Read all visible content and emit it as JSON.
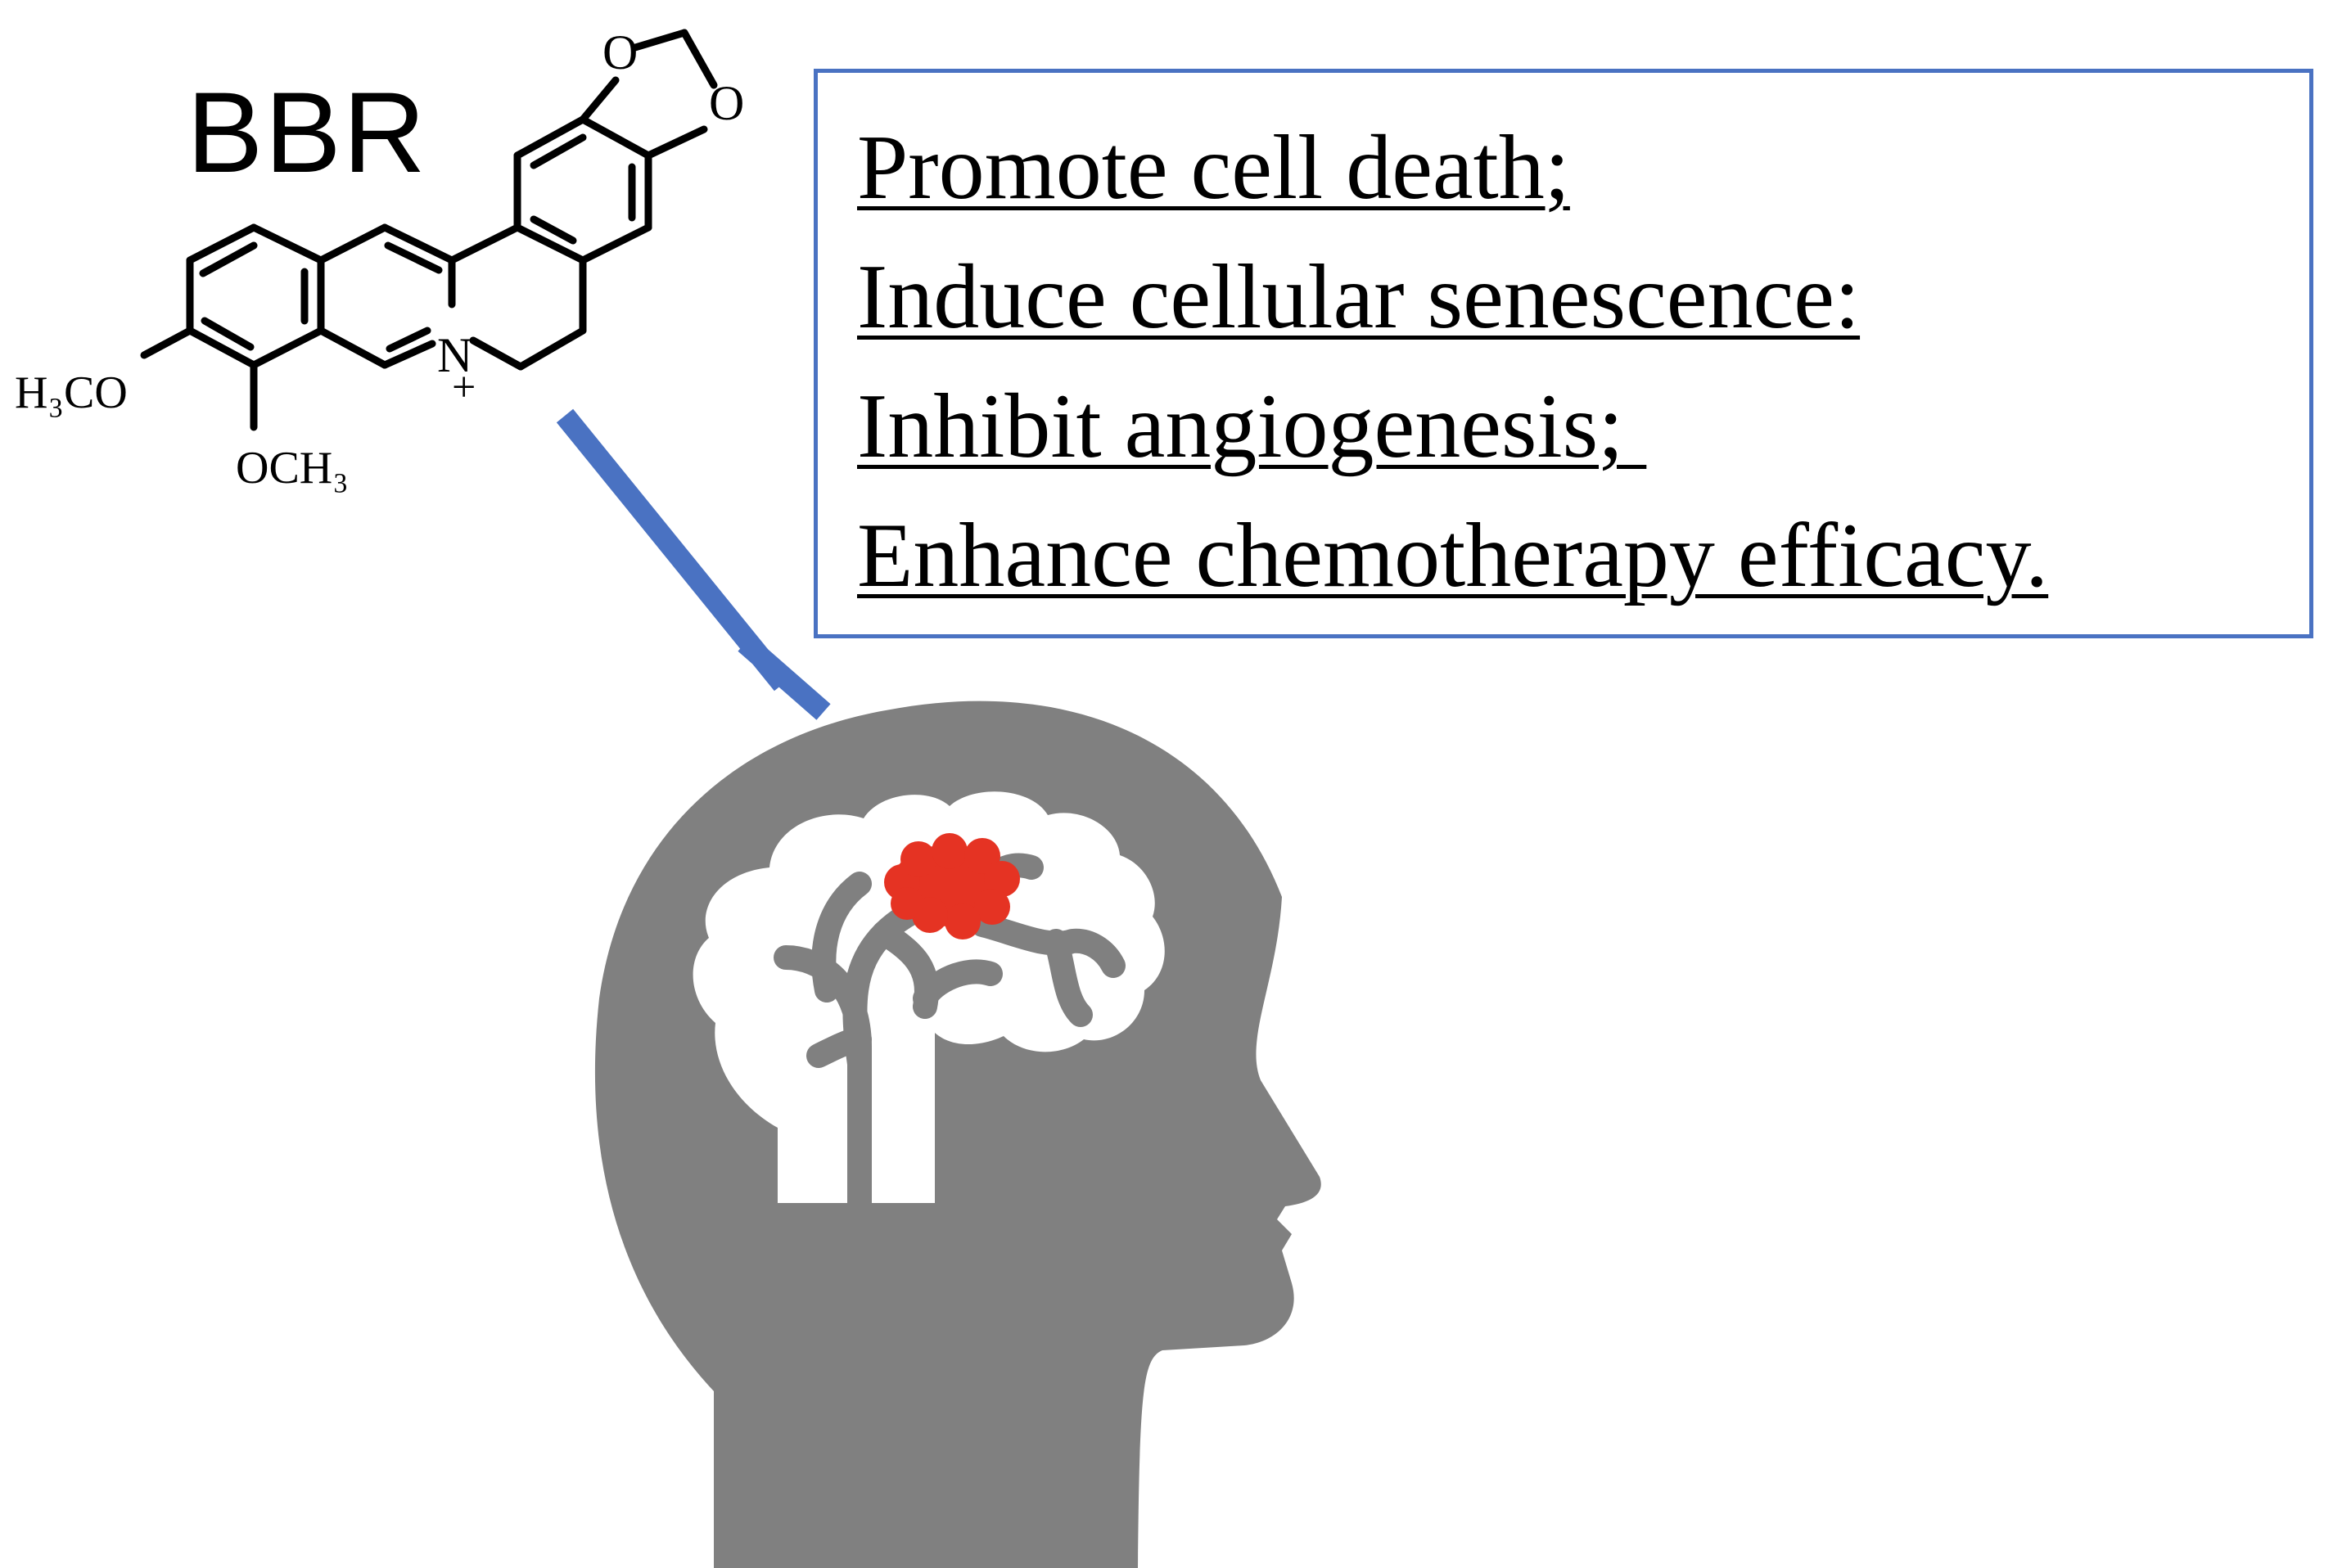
{
  "compound": {
    "name": "BBR",
    "substituents": {
      "methoxy_left": "H₃CO",
      "methoxy_bottom": "OCH₃",
      "nitrogen": "N",
      "charge": "+",
      "oxygen_1": "O",
      "oxygen_2": "O"
    }
  },
  "effects": [
    "Promote cell death;",
    "Induce cellular senescence:",
    "Inhibit angiogenesis; ",
    "Enhance chemotherapy efficacy."
  ],
  "colors": {
    "inhibition_arrow": "#4A72C2",
    "box_border": "#4A72C2",
    "head": "#808080",
    "brain": "#FFFFFF",
    "tumor": "#E53323",
    "structure": "#000000"
  },
  "icons": {
    "inhibition": "t-bar-inhibition-arrow",
    "head": "human-head-silhouette-icon",
    "brain": "brain-icon",
    "tumor": "brain-tumor-icon"
  }
}
